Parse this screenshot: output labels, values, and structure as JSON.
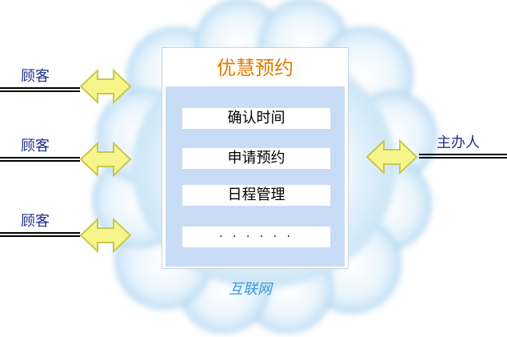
{
  "actors": {
    "customer_label": "顾客",
    "organizer_label": "主办人"
  },
  "service": {
    "title": "优慧预约",
    "items": [
      "确认时间",
      "申请预约",
      "日程管理",
      "· · · · · ·"
    ]
  },
  "network_label": "互联网",
  "colors": {
    "cloud_fill": "#dceefa",
    "cloud_edge": "#a9d2f0",
    "arrow_fill": "#f5f58a",
    "arrow_stroke": "#c8c850",
    "panel_inner": "#c9dcf5",
    "title_color": "#e07b00",
    "actor_color": "#1f2f8f",
    "network_color": "#3b9bd8"
  }
}
